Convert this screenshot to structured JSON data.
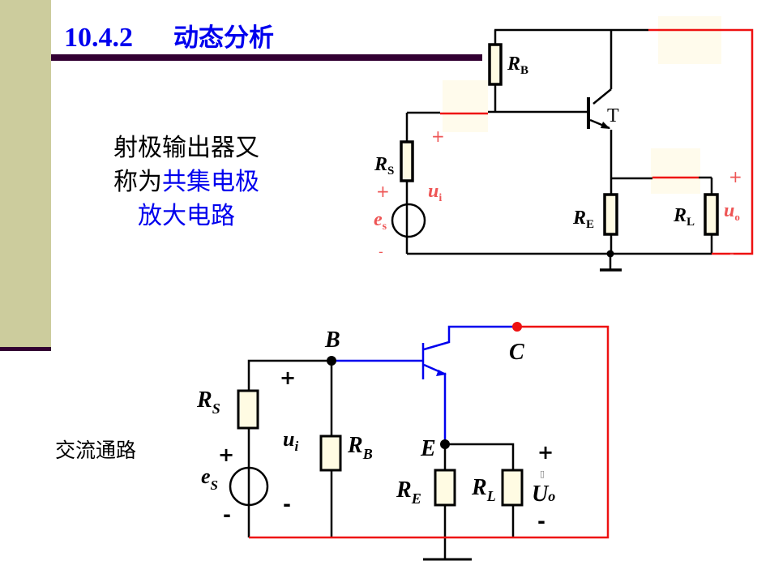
{
  "slide": {
    "section_number": "10.4.2",
    "section_title": "动态分析",
    "description": {
      "line1": "射极输出器又",
      "line2_prefix": "称为",
      "line2_highlight": "共集电极",
      "line3_highlight": "放大电路"
    },
    "ac_path_label": "交流通路"
  },
  "colors": {
    "title": "#0000ee",
    "sidebar": "#cccc9d",
    "rule": "#330033",
    "highlight_red": "#ee1111",
    "ac_blue": "#0000ee",
    "label_red": "#ee5555",
    "resistor_fill": "#fffbe3",
    "note_box": "#fffbec"
  },
  "top_circuit": {
    "labels": {
      "RB": {
        "main": "R",
        "sub": "B"
      },
      "RS": {
        "main": "R",
        "sub": "S"
      },
      "RE": {
        "main": "R",
        "sub": "E"
      },
      "RL": {
        "main": "R",
        "sub": "L"
      },
      "T": "T",
      "ui": {
        "main": "u",
        "sub": "i"
      },
      "uo": {
        "main": "u",
        "sub": "o"
      },
      "es": {
        "main": "e",
        "sub": "s"
      },
      "plus": "+",
      "minus": "-"
    }
  },
  "bottom_circuit": {
    "labels": {
      "B": "B",
      "C": "C",
      "E": "E",
      "RS": {
        "main": "R",
        "sub": "S"
      },
      "RB": {
        "main": "R",
        "sub": "B"
      },
      "RE": {
        "main": "R",
        "sub": "E"
      },
      "RL": {
        "main": "R",
        "sub": "L"
      },
      "ui": {
        "main": "u",
        "sub": "i"
      },
      "es": {
        "main": "e",
        "sub": "S"
      },
      "Uo": {
        "main": "U",
        "sub": "o"
      },
      "plus": "+",
      "minus": "-",
      "glyph_box": "▯"
    }
  }
}
